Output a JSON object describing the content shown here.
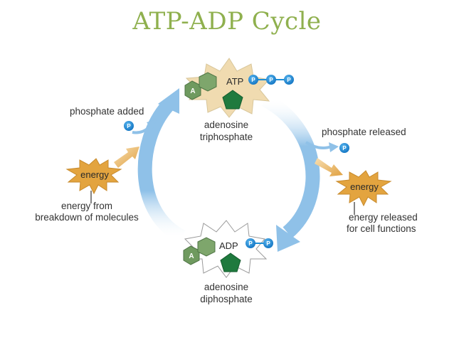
{
  "title": "ATP-ADP Cycle",
  "atp": {
    "label": "ATP",
    "adenine_label": "A",
    "phosphate_label": "P",
    "name_line1": "adenosine",
    "name_line2": "triphosphate"
  },
  "adp": {
    "label": "ADP",
    "adenine_label": "A",
    "phosphate_label": "P",
    "name_line1": "adenosine",
    "name_line2": "diphosphate"
  },
  "left": {
    "phosphate_added": "phosphate added",
    "phosphate_label": "P",
    "energy_label": "energy",
    "caption_line1": "energy from",
    "caption_line2": "breakdown of molecules"
  },
  "right": {
    "phosphate_released": "phosphate released",
    "phosphate_label": "P",
    "energy_label": "energy",
    "caption_line1": "energy released",
    "caption_line2": "for cell functions"
  },
  "colors": {
    "title": "#8fb04e",
    "arrow_blue": "#8fc1e8",
    "phosphate_blue": "#1e8fd6",
    "adenine_green": "#6f9a5f",
    "ribose_green": "#1f7a3e",
    "atp_burst": "#f0dbb0",
    "energy_burst": "#e3a43f"
  }
}
